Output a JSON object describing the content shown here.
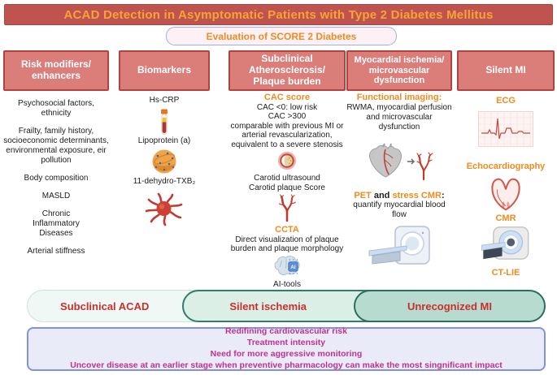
{
  "title": "ACAD Detection in Asymptomatic  Patients with Type 2 Diabetes Mellitus",
  "subtitle": "Evaluation of SCORE 2 Diabetes",
  "colors": {
    "title_bar_bg": "#c1534e",
    "accent_orange": "#ee8c1f",
    "column_header_fill": "#db7e7a",
    "column_header_border": "#b2423e",
    "stage_text_red": "#c9302c",
    "stage_fill_light": "#eff8f4",
    "stage_fill_mid": "#dcefe7",
    "stage_fill_dark": "#b7dbce",
    "stage_border_teal": "#2a6e5f",
    "outcome_bg": "#e9ecf8",
    "outcome_border": "#8291d8",
    "outcome_text_magenta": "#c3308e",
    "score_box_bg": "#fdf1f6",
    "score_box_border": "#9fb0e8"
  },
  "columns": {
    "risk": {
      "header": "Risk modifiers/ enhancers",
      "items": [
        "Psychosocial factors, ethnicity",
        "Frailty, family history, socioeconomic determinants, environmental exposure, eir pollution",
        "Body composition",
        "MASLD",
        "Chronic Inflammatory Diseases",
        "Arterial stiffness"
      ]
    },
    "biomarkers": {
      "header": "Biomarkers",
      "items": [
        "Hs-CRP",
        "Lipoprotein (a)",
        "11-dehydro-TXB₂"
      ],
      "icons": [
        "test-tube",
        "lipoprotein-particle",
        "activated-platelet"
      ]
    },
    "plaque": {
      "header": "Subclinical Atherosclerosis/ Plaque burden",
      "cac_title": "CAC score",
      "cac_line1": "CAC <0: low risk",
      "cac_line2": "CAC >300",
      "cac_line3": "comparable with previous MI or arterial revascularization, equivalent to a severe stenosis",
      "carotid_line1": "Carotid ultrasound",
      "carotid_line2": "Carotid plaque Score",
      "ccta_title": "CCTA",
      "ccta_desc": "Direct visualization of plaque burden and plaque morphology",
      "ai_label": "AI-tools",
      "ai_chip": "AI",
      "icons": [
        "artery-cross-section",
        "carotid-artery",
        "brain-ai"
      ]
    },
    "ischemia": {
      "header": "Myocardial ischemia/ microvascular dysfunction",
      "functional_title": "Functional imaging:",
      "functional_desc": "RWMA, myocardial perfusion and microvascular dysfunction",
      "pet": "PET",
      "and_word": " and ",
      "stress_cmr": "stress CMR",
      "colon": ":",
      "pet_desc": "quantify myocardial blood flow",
      "icons": [
        "heart-coronaries",
        "ct-scanner"
      ]
    },
    "silent_mi": {
      "header": "Silent MI",
      "ecg": "ECG",
      "echo": "Echocardiography",
      "cmr": "CMR",
      "ct_lie": "CT-LIE",
      "icons": [
        "ecg-strip",
        "echo-heart",
        "mri-scanner"
      ]
    }
  },
  "stages": {
    "subclinical": "Subclinical ACAD",
    "silent_ischemia": "Silent ischemia",
    "unrecognized_mi": "Unrecognized MI"
  },
  "outcome": {
    "line1": "Redifining cardiovascular risk",
    "line2": "Treatment intensity",
    "line3": "Need for more aggressive monitoring",
    "line4": "Uncover disease at an earlier stage when preventive pharmacology can make the most singnificant impact"
  }
}
